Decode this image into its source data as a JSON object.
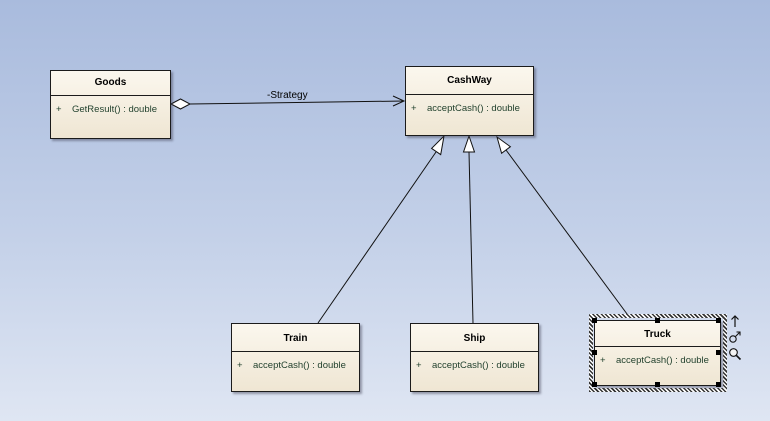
{
  "classes": {
    "goods": {
      "name": "Goods",
      "visibility": "+",
      "operation": "GetResult() : double"
    },
    "cashway": {
      "name": "CashWay",
      "visibility": "+",
      "operation": "acceptCash() : double"
    },
    "train": {
      "name": "Train",
      "visibility": "+",
      "operation": "acceptCash() : double"
    },
    "ship": {
      "name": "Ship",
      "visibility": "+",
      "operation": "acceptCash() : double"
    },
    "truck": {
      "name": "Truck",
      "visibility": "+",
      "operation": "acceptCash() : double"
    }
  },
  "relations": {
    "aggregation_label": "-Strategy"
  },
  "selection_tools": {
    "icons": [
      "arrow-up-icon",
      "link-icon",
      "magnifier-icon"
    ]
  },
  "colors": {
    "background_top": "#a9bbdd",
    "background_bottom": "#dfe6f3",
    "class_fill": "#f5efe1",
    "operation_text": "#1f3f2b"
  }
}
